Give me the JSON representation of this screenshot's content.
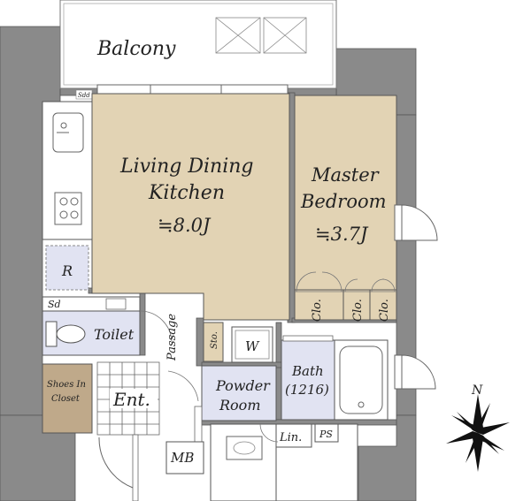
{
  "rooms": {
    "balcony": "Balcony",
    "ldk_line1": "Living Dining",
    "ldk_line2": "Kitchen",
    "ldk_size": "≒8.0J",
    "master_line1": "Master",
    "master_line2": "Bedroom",
    "master_size": "≒3.7J",
    "toilet": "Toilet",
    "passage": "Passage",
    "powder_line1": "Powder",
    "powder_line2": "Room",
    "bath_line1": "Bath",
    "bath_line2": "(1216)",
    "entrance": "Ent.",
    "shoes_line1": "Shoes In",
    "shoes_line2": "Closet"
  },
  "labels": {
    "sdd": "Sdd",
    "sd": "Sd",
    "r": "R",
    "clo": "Clo.",
    "sto": "Sto.",
    "w": "W",
    "lin": "Lin.",
    "ps": "PS",
    "mb": "MB",
    "north": "N"
  },
  "colors": {
    "wall": "#8a8a8a",
    "floor_tan": "#e2d3b4",
    "wet_area": "#e1e3f2",
    "shoes_closet": "#bfa98a",
    "line": "#333333"
  }
}
